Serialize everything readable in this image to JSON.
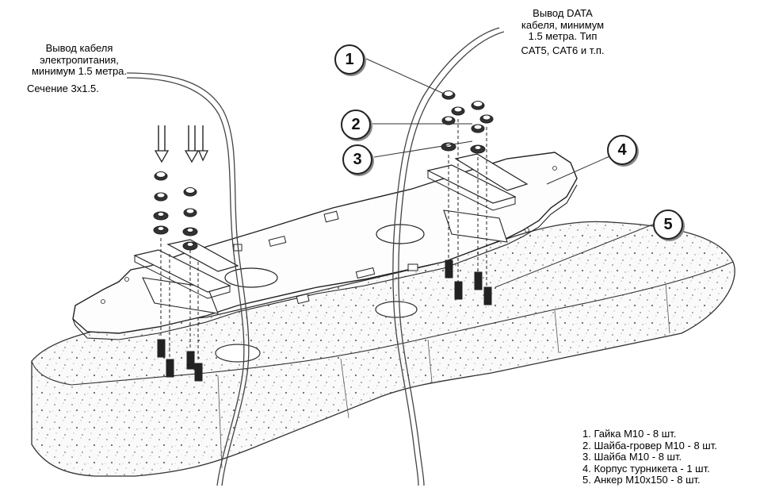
{
  "labels": {
    "power_cable": [
      "Вывод кабеля",
      "электропитания,",
      "минимум 1.5 метра."
    ],
    "power_section": "Сечение 3х1.5.",
    "data_cable": [
      "Вывод DATA",
      "кабеля, минимум",
      "1.5 метра. Тип",
      "CAT5, CAT6 и т.п."
    ]
  },
  "callouts": [
    "1",
    "2",
    "3",
    "4",
    "5"
  ],
  "legend": [
    "1. Гайка М10 - 8 шт.",
    "2. Шайба-гровер М10 - 8 шт.",
    "3. Шайба М10 - 8 шт.",
    "4. Корпус турникета - 1 шт.",
    "5. Анкер М10х150 - 8 шт."
  ]
}
